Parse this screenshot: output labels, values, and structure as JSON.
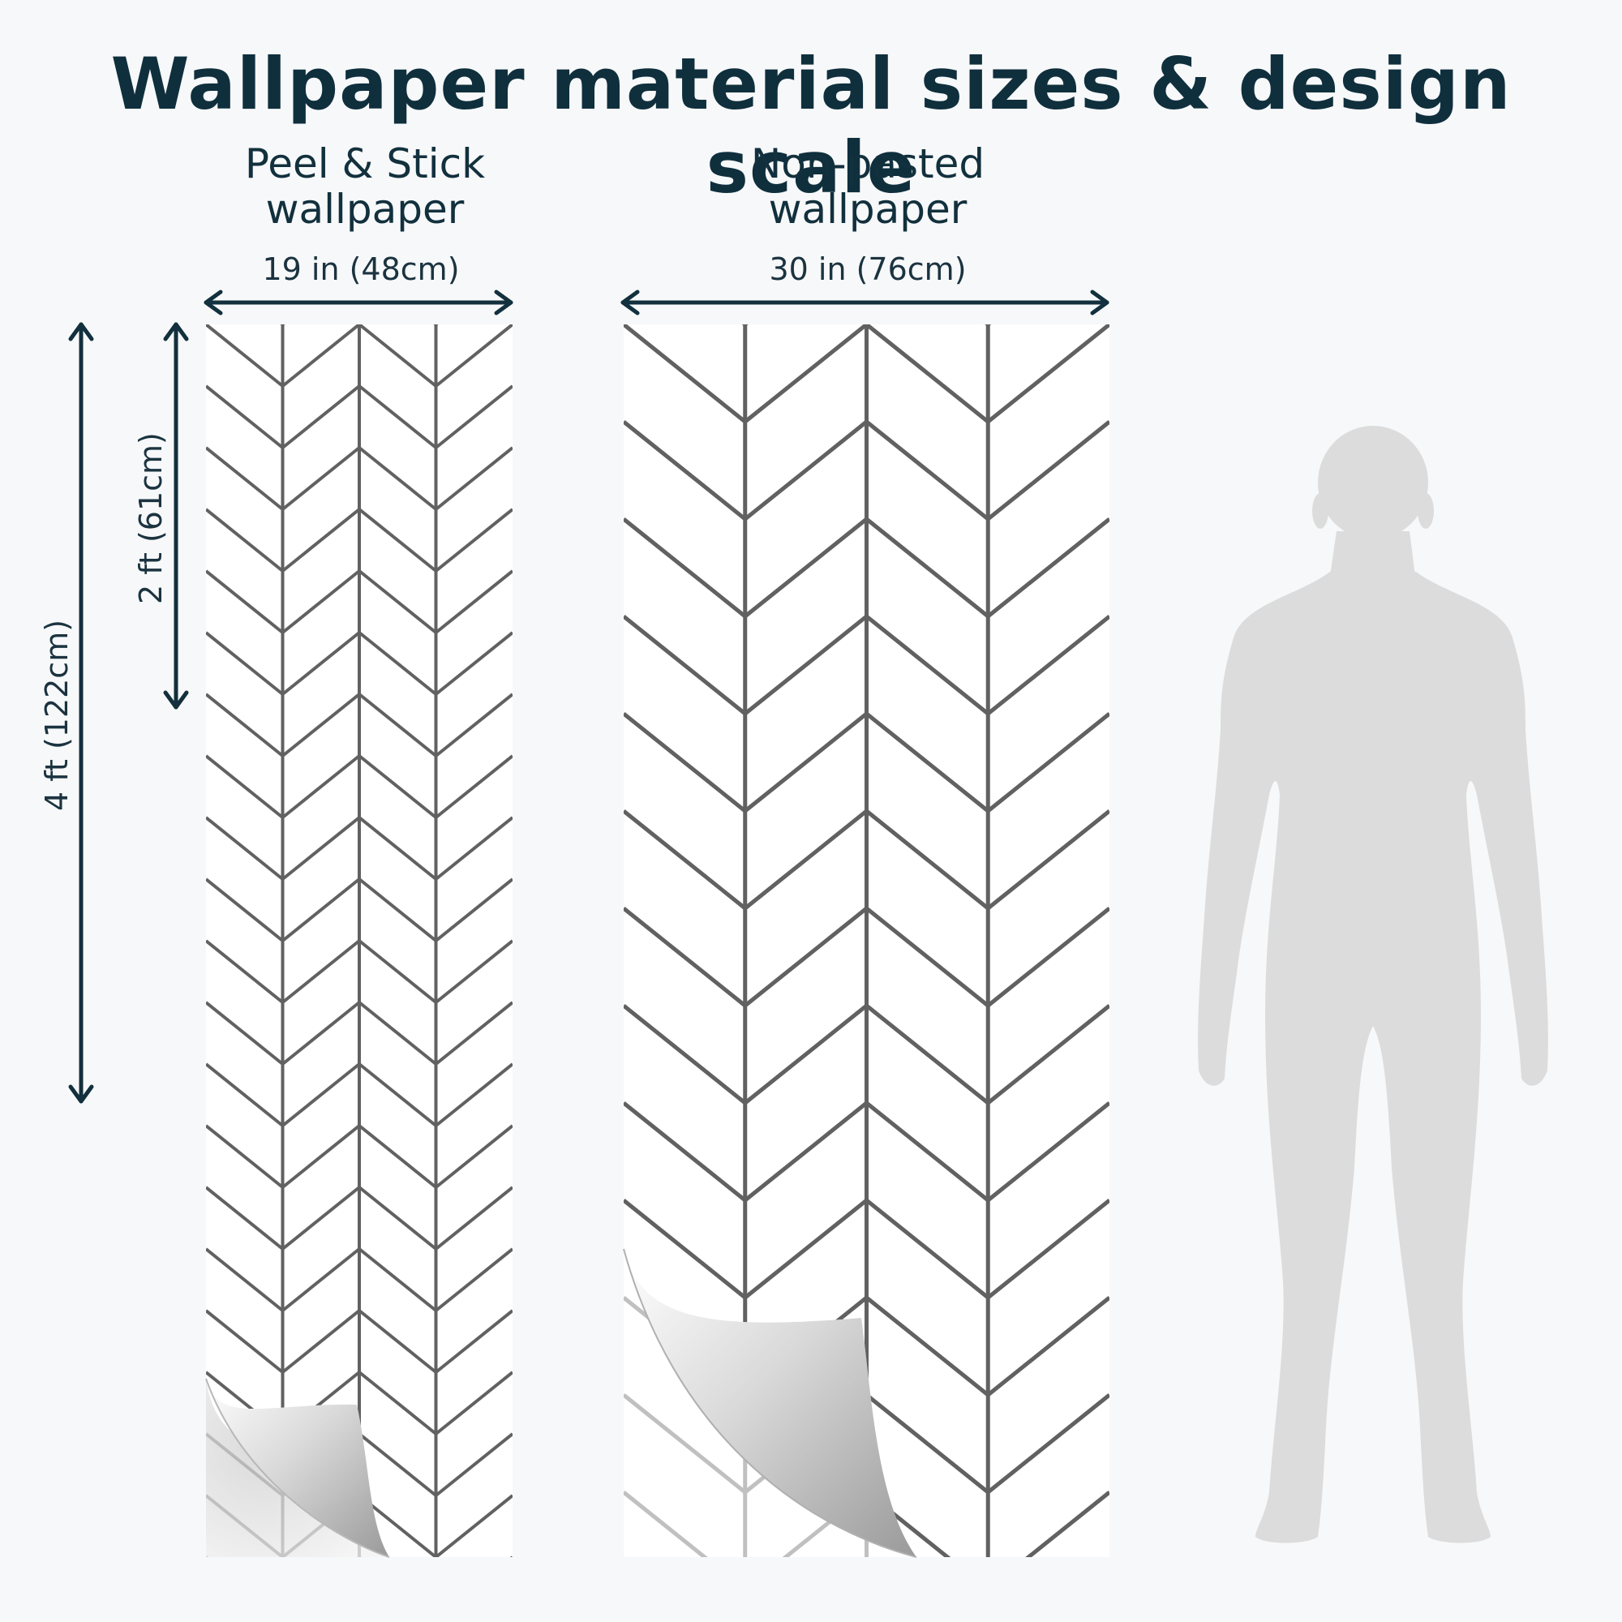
{
  "title": "Wallpaper material sizes & design scale",
  "products": [
    {
      "name_line1": "Peel & Stick",
      "name_line2": "wallpaper",
      "width_label": "19 in (48cm)"
    },
    {
      "name_line1": "Non-pasted",
      "name_line2": "wallpaper",
      "width_label": "30 in (76cm)"
    }
  ],
  "heights": {
    "short_label": "2 ft (61cm)",
    "tall_label": "4 ft (122cm)"
  },
  "colors": {
    "title": "#0f2f3d",
    "arrow": "#12303d",
    "pattern_line": "#616161",
    "panel": "#ffffff",
    "silhouette": "#dcdcdc"
  }
}
